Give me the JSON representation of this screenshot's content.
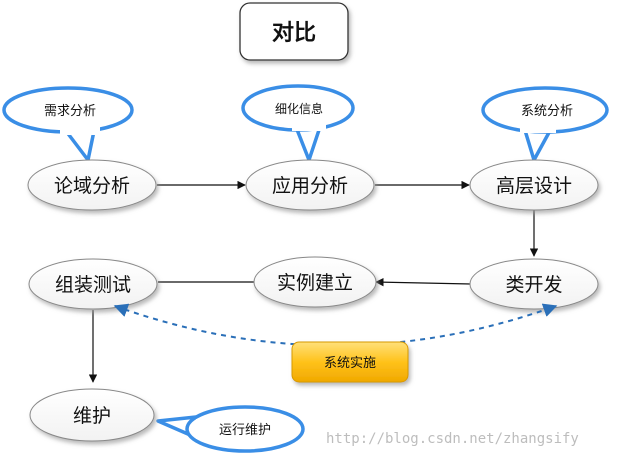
{
  "title": "对比",
  "nodes": {
    "domain_analysis": "论域分析",
    "application_analysis": "应用分析",
    "high_level_design": "高层设计",
    "class_development": "类开发",
    "instance_creation": "实例建立",
    "assembly_testing": "组装测试",
    "maintenance": "维护"
  },
  "callouts": {
    "requirements_analysis": "需求分析",
    "refine_information": "细化信息",
    "system_analysis": "系统分析",
    "run_maintenance": "运行维护"
  },
  "system_implementation": "系统实施",
  "watermark": "http://blog.csdn.net/zhangsify",
  "colors": {
    "callout_border": "#3a8ee6",
    "dashed_arrow": "#2a6fb8",
    "button_fill": "#ffc21a",
    "node_shadow": "#a9a9a9"
  }
}
